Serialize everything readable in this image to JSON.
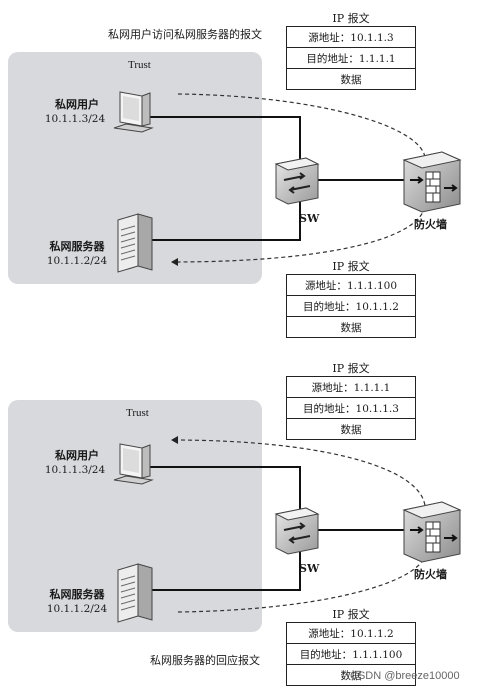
{
  "diagram_top": {
    "caption": "私网用户访问私网服务器的报文",
    "zone_label": "Trust",
    "user": {
      "name": "私网用户",
      "ip": "10.1.1.3/24"
    },
    "server": {
      "name": "私网服务器",
      "ip": "10.1.1.2/24"
    },
    "switch_label": "SW",
    "firewall_label": "防火墙",
    "packet_upper": {
      "title": "IP 报文",
      "src_label": "源地址：",
      "src": "10.1.1.3",
      "dst_label": "目的地址：",
      "dst": "1.1.1.1",
      "data": "数据"
    },
    "packet_lower": {
      "title": "IP 报文",
      "src_label": "源地址：",
      "src": "1.1.1.100",
      "dst_label": "目的地址：",
      "dst": "10.1.1.2",
      "data": "数据"
    }
  },
  "diagram_bottom": {
    "caption": "私网服务器的回应报文",
    "zone_label": "Trust",
    "user": {
      "name": "私网用户",
      "ip": "10.1.1.3/24"
    },
    "server": {
      "name": "私网服务器",
      "ip": "10.1.1.2/24"
    },
    "switch_label": "SW",
    "firewall_label": "防火墙",
    "packet_upper": {
      "title": "IP 报文",
      "src_label": "源地址：",
      "src": "1.1.1.1",
      "dst_label": "目的地址：",
      "dst": "10.1.1.3",
      "data": "数据"
    },
    "packet_lower": {
      "title": "IP 报文",
      "src_label": "源地址：",
      "src": "10.1.1.2",
      "dst_label": "目的地址：",
      "dst": "1.1.1.100",
      "data": "数据"
    }
  },
  "watermark": "CSDN @breeze10000",
  "colors": {
    "zone": "#d8d9dd",
    "line": "#111111",
    "dashed": "#333333"
  }
}
